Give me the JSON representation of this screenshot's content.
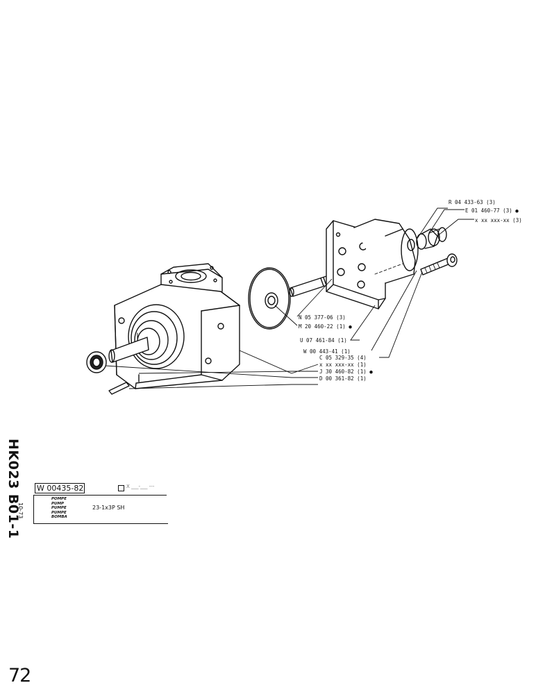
{
  "callouts": {
    "r04433": "R 04 433-63 (3)",
    "e01460": "E 01 460-77 (3) ●",
    "xxx_top": "x xx xxx-xx (3)",
    "n05377": "N 05 377-06 (3)",
    "m20460": "M 20 460-22 (1) ●",
    "u07461": "U 07 461-84 (1)",
    "w00443": "W 00 443-41 (1)",
    "c05329": "C 05 329-35 (4)",
    "xxx_mid": "x xx xxx-xx (1)",
    "j30460": "J 30 460-82 (1) ●",
    "d00361": "D 00 361-82 (1)"
  },
  "title_block": {
    "sheet_code": "HK023 B01-1",
    "date": "10-73",
    "part_number": "W 00435-82",
    "check_value": "X ___-___ ---",
    "names": [
      "POMPE",
      "PUMP",
      "PUMPE",
      "PUMPE",
      "BOMBA"
    ],
    "model": "23-1x3P  SH"
  },
  "page_number": "72"
}
